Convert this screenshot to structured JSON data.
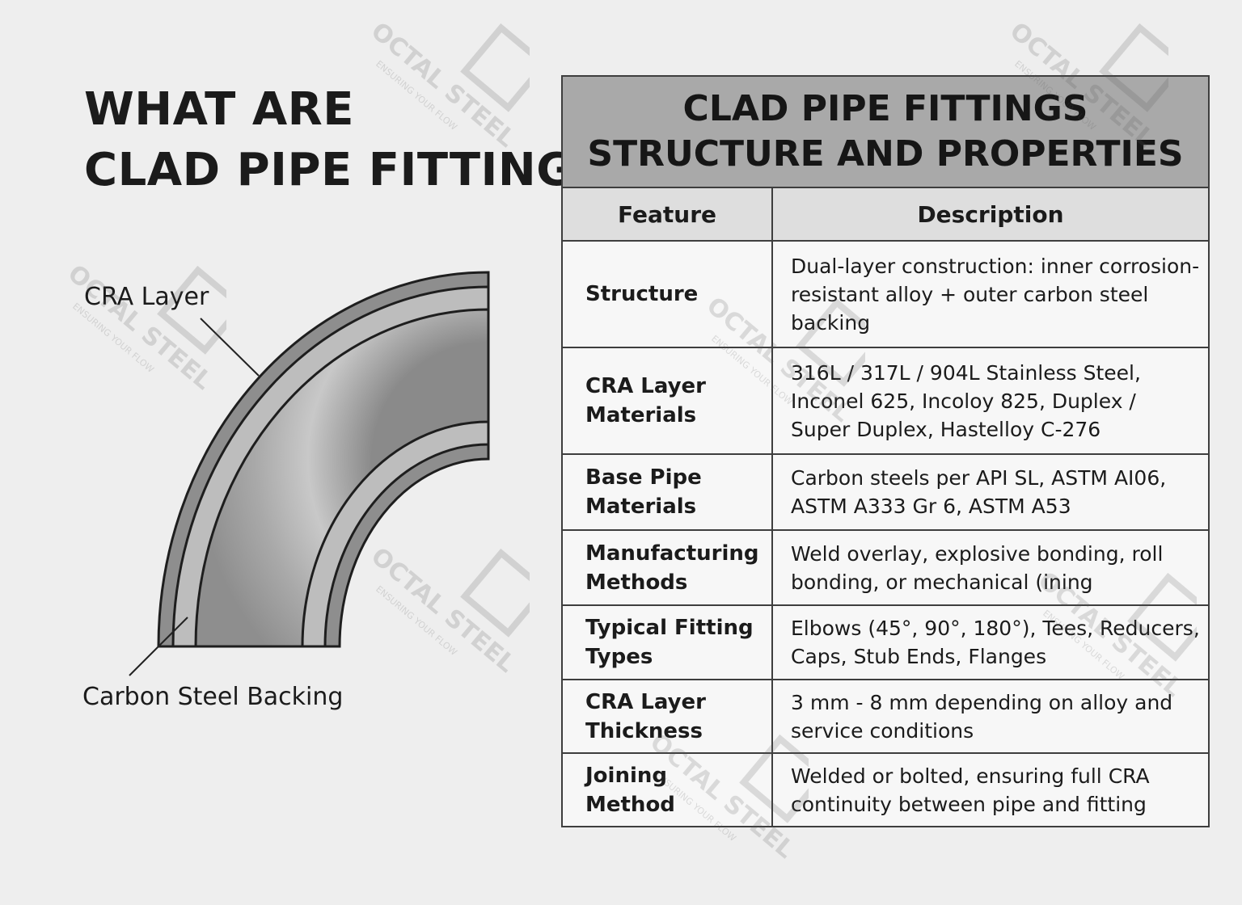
{
  "left": {
    "title_line1": "WHAT ARE",
    "title_line2": "CLAD PIPE FITTING?",
    "label_cra": "CRA Layer",
    "label_carbon": "Carbon Steel Backing"
  },
  "table": {
    "title_line1": "CLAD PIPE FITTINGS",
    "title_line2": "STRUCTURE AND PROPERTIES",
    "header_feature": "Feature",
    "header_description": "Description",
    "rows": [
      {
        "feature": "Structure",
        "description": "Dual-layer construction: inner corrosion-resistant alloy + outer carbon steel backing"
      },
      {
        "feature": "CRA Layer Materials",
        "description": "316L / 317L / 904L Stainless Steel, Inconel 625, Incoloy 825, Duplex / Super Duplex, Hastelloy C-276"
      },
      {
        "feature": "Base Pipe Materials",
        "description": "Carbon steels per API SL, ASTM AI06, ASTM A333 Gr 6, ASTM A53"
      },
      {
        "feature": "Manufacturing Methods",
        "description": "Weld overlay, explosive bonding, roll bonding, or mechanical (ining"
      },
      {
        "feature": "Typical Fitting Types",
        "description": "Elbows (45°, 90°, 180°), Tees, Reducers, Caps, Stub Ends, Flanges"
      },
      {
        "feature": "CRA Layer Thickness",
        "description": "3 mm - 8 mm depending on alloy and service conditions"
      },
      {
        "feature": "Joining Method",
        "description": "Welded or bolted, ensuring full CRA continuity between pipe and fitting"
      }
    ]
  },
  "watermark": {
    "brand": "OCTAL STEEL",
    "tagline": "ENSURING YOUR FLOW"
  }
}
